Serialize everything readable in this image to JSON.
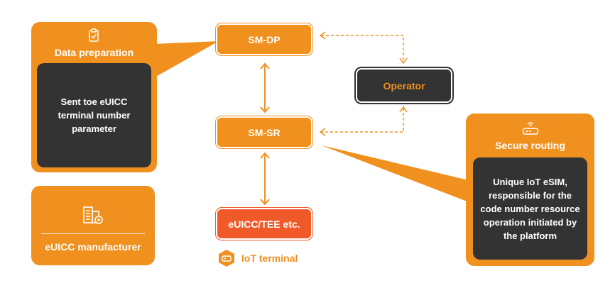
{
  "data_preparation": {
    "title": "Data preparation",
    "icon": "clipboard-check-icon",
    "body": "Sent toe eUICC terminal number parameter"
  },
  "euicc_manufacturer": {
    "title": "eUICC manufacturer",
    "icon": "building-gear-icon"
  },
  "nodes": {
    "sm_dp": "SM-DP",
    "sm_sr": "SM-SR",
    "euicc_tee": "eUICC/TEE etc.",
    "operator": "Operator"
  },
  "iot_terminal": {
    "label": "IoT terminal",
    "icon": "iot-device-icon"
  },
  "secure_routing": {
    "title": "Secure routing",
    "icon": "router-icon",
    "body": "Unique IoT eSIM, responsible for the code number resource operation initiated by the platform"
  },
  "colors": {
    "orange": "#f0901e",
    "red_orange": "#f05a28",
    "dark": "#333333"
  }
}
